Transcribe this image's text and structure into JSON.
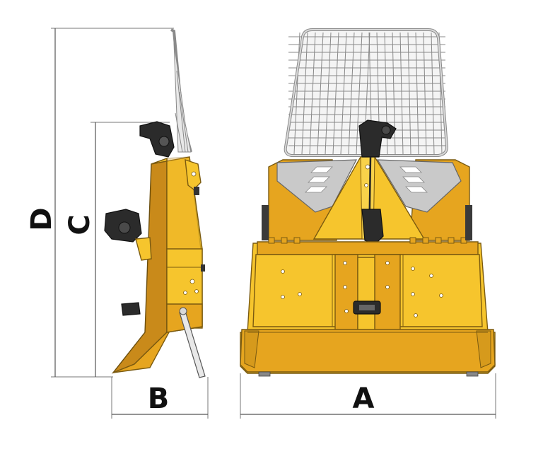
{
  "dimensions": {
    "a": "A",
    "b": "B",
    "c": "C",
    "d": "D"
  },
  "colors": {
    "body": "#f6c52d",
    "body_shade": "#e6a51f",
    "dark": "#2b2b2b",
    "guard": "#8a8a8a"
  }
}
